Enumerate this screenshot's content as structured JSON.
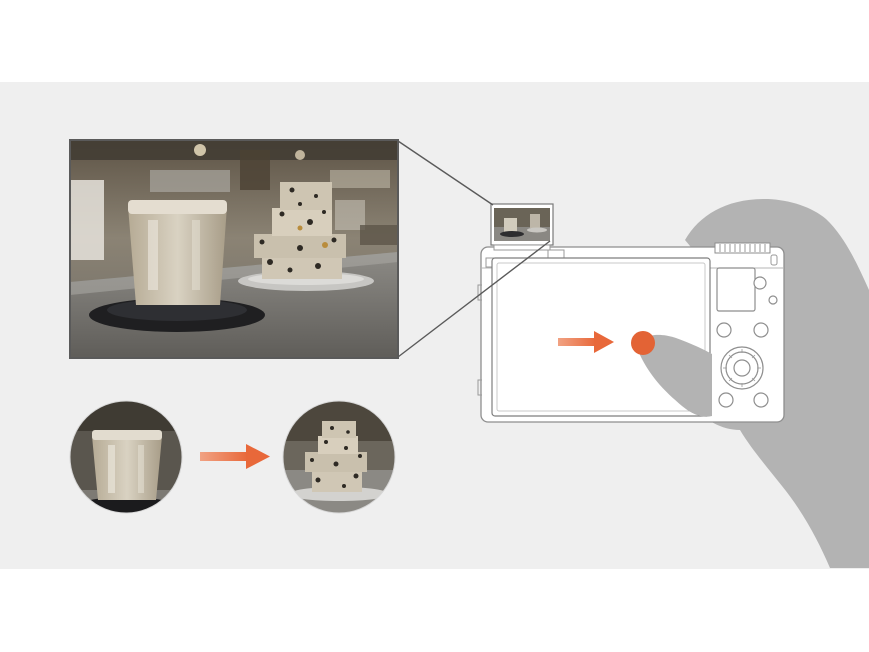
{
  "figure": {
    "subject": "touch-focus-diagram",
    "accent_color": "#e8683a",
    "hand_color": "#b3b3b3",
    "panel_color": "#efefef"
  },
  "icons": {
    "inset_photo": "cafe-photo-inset",
    "before_circle": "coffee-glass-focus",
    "after_circle": "cake-stack-focus",
    "touch_point": "touch-point-icon",
    "hand": "hand-silhouette"
  }
}
